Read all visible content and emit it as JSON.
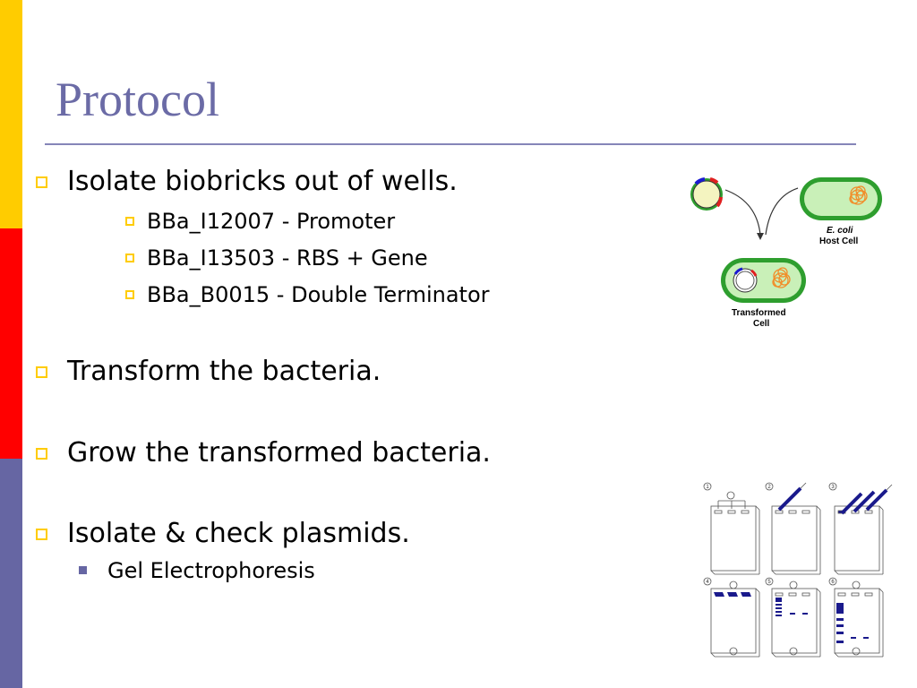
{
  "slide": {
    "title": "Protocol",
    "bullets": [
      {
        "text": "Isolate biobricks out of wells.",
        "sub": [
          "BBa_I12007 - Promoter",
          "BBa_I13503 - RBS  + Gene",
          "BBa_B0015 - Double Terminator"
        ]
      },
      {
        "text": "Transform the bacteria.",
        "sub": []
      },
      {
        "text": "Grow the transformed bacteria.",
        "sub": []
      },
      {
        "text": "Isolate & check plasmids.",
        "sub": [
          "Gel Electrophoresis"
        ]
      }
    ]
  },
  "diagram": {
    "ecoli_label_1": "E. coli",
    "ecoli_label_2": "Host Cell",
    "transformed_label_1": "Transformed",
    "transformed_label_2": "Cell"
  },
  "gel": {
    "step_labels": [
      "1",
      "2",
      "3",
      "4",
      "5",
      "6"
    ]
  },
  "colors": {
    "accent_yellow": "#FFCC00",
    "accent_red": "#FF0000",
    "accent_purple": "#6666A3",
    "cell_green": "#2E9E2E",
    "cell_fill": "#C9F0B8",
    "gel_band": "#1A1A8C"
  }
}
